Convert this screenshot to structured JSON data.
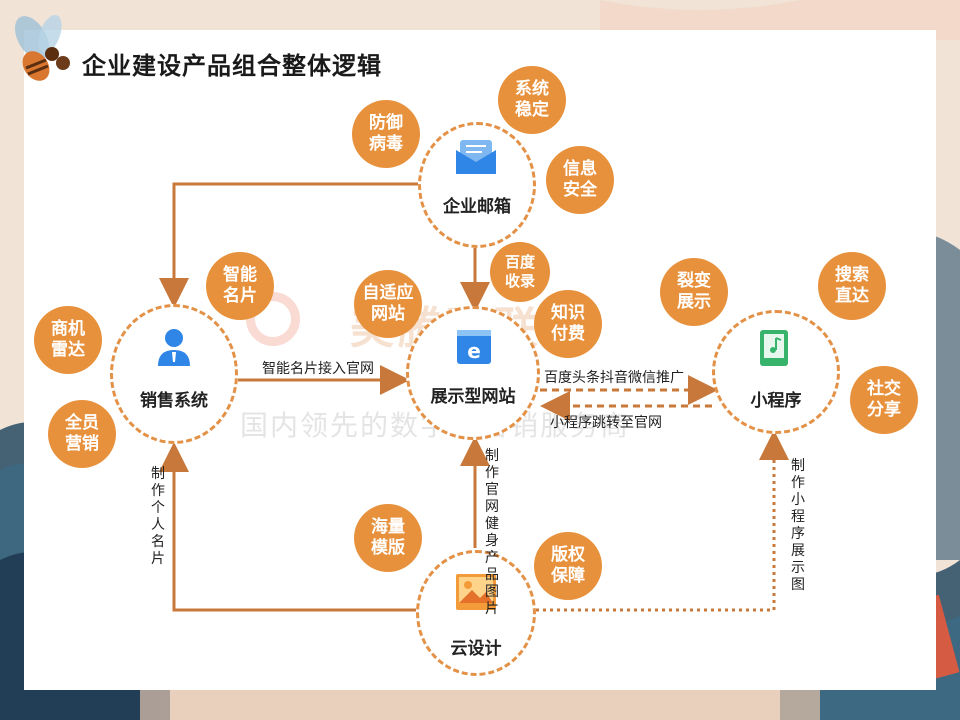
{
  "title": "企业建设产品组合整体逻辑",
  "colors": {
    "accent": "#e8913c",
    "line": "#c8783a",
    "ring": "#e39146",
    "blue": "#2f86e6"
  },
  "nodes": {
    "mailbox": {
      "label": "企业邮箱",
      "icon": "mail-icon"
    },
    "website": {
      "label": "展示型网站",
      "icon": "browser-e-icon"
    },
    "sales": {
      "label": "销售系统",
      "icon": "person-icon"
    },
    "miniprogram": {
      "label": "小程序",
      "icon": "phone-music-icon"
    },
    "clouddesign": {
      "label": "云设计",
      "icon": "image-icon"
    }
  },
  "bubbles": {
    "xitong": "系统\n稳定",
    "fangyu": "防御\n病毒",
    "xinxi": "信息\n安全",
    "baidu": "百度\n收录",
    "zhineng": "智能\n名片",
    "zishiying": "自适应\n网站",
    "zhishi": "知识\n付费",
    "liebian": "裂变\n展示",
    "sousuo": "搜索\n直达",
    "shangji": "商机\n雷达",
    "quanyuan": "全员\n营销",
    "shejiao": "社交\n分享",
    "hailiang": "海量\n模版",
    "banquan": "版权\n保障"
  },
  "edges": {
    "card_to_site": "智能名片接入官网",
    "promo": "百度头条抖音微信推广",
    "mini_to_site": "小程序跳转至官网",
    "make_card": "制作个人名片",
    "make_site": "制作官网健身产品图片",
    "make_mini": "制作小程序展示图"
  },
  "watermark": {
    "main": "美腾百联",
    "sub": "国内领先的数字化营销服务商"
  }
}
